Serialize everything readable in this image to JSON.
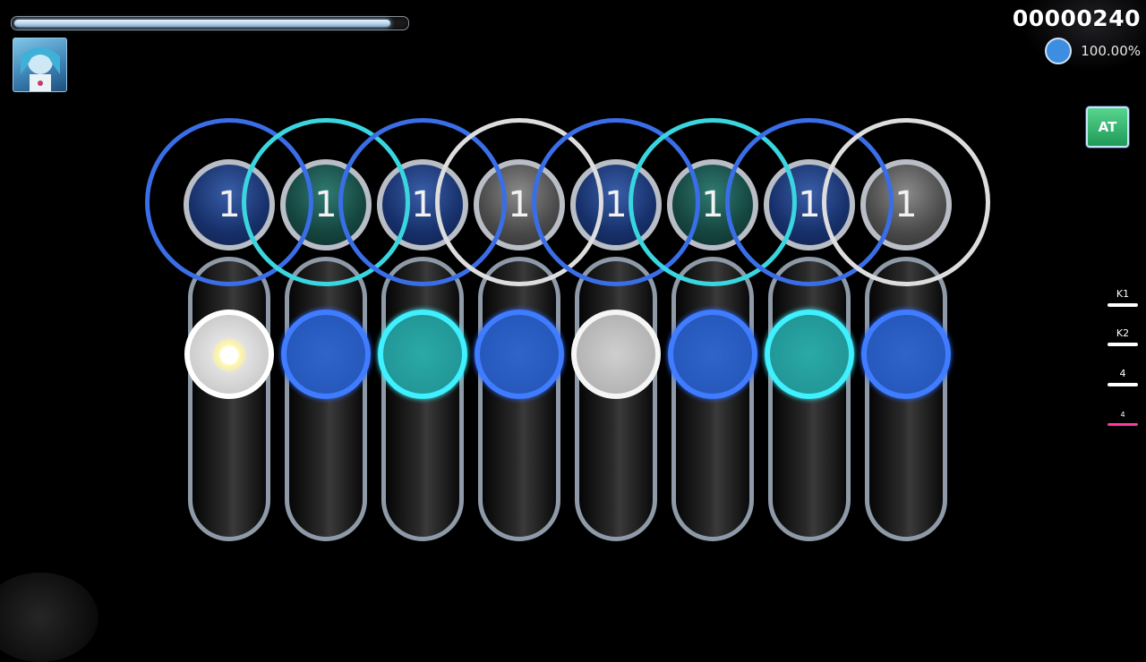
{
  "hud": {
    "hp_fraction": 0.96,
    "score": "00000240",
    "accuracy": "100.00%",
    "mod_badge": "AT"
  },
  "keys": [
    {
      "label": "K1"
    },
    {
      "label": "K2"
    },
    {
      "label": "4"
    },
    {
      "label": "4"
    }
  ],
  "colors": {
    "blue": "#3f7cff",
    "teal": "#3ff0ff",
    "white": "#ffffff"
  },
  "columns": [
    {
      "number": "1",
      "approach": "blue",
      "circle": "blue",
      "note": "white"
    },
    {
      "number": "1",
      "approach": "teal",
      "circle": "teal",
      "note": "blue"
    },
    {
      "number": "1",
      "approach": "blue",
      "circle": "blue",
      "note": "teal"
    },
    {
      "number": "1",
      "approach": "white",
      "circle": "grey",
      "note": "blue"
    },
    {
      "number": "1",
      "approach": "blue",
      "circle": "blue",
      "note": "silver"
    },
    {
      "number": "1",
      "approach": "teal",
      "circle": "teal",
      "note": "blue"
    },
    {
      "number": "1",
      "approach": "blue",
      "circle": "blue",
      "note": "teal"
    },
    {
      "number": "1",
      "approach": "white",
      "circle": "grey",
      "note": "blue"
    }
  ]
}
